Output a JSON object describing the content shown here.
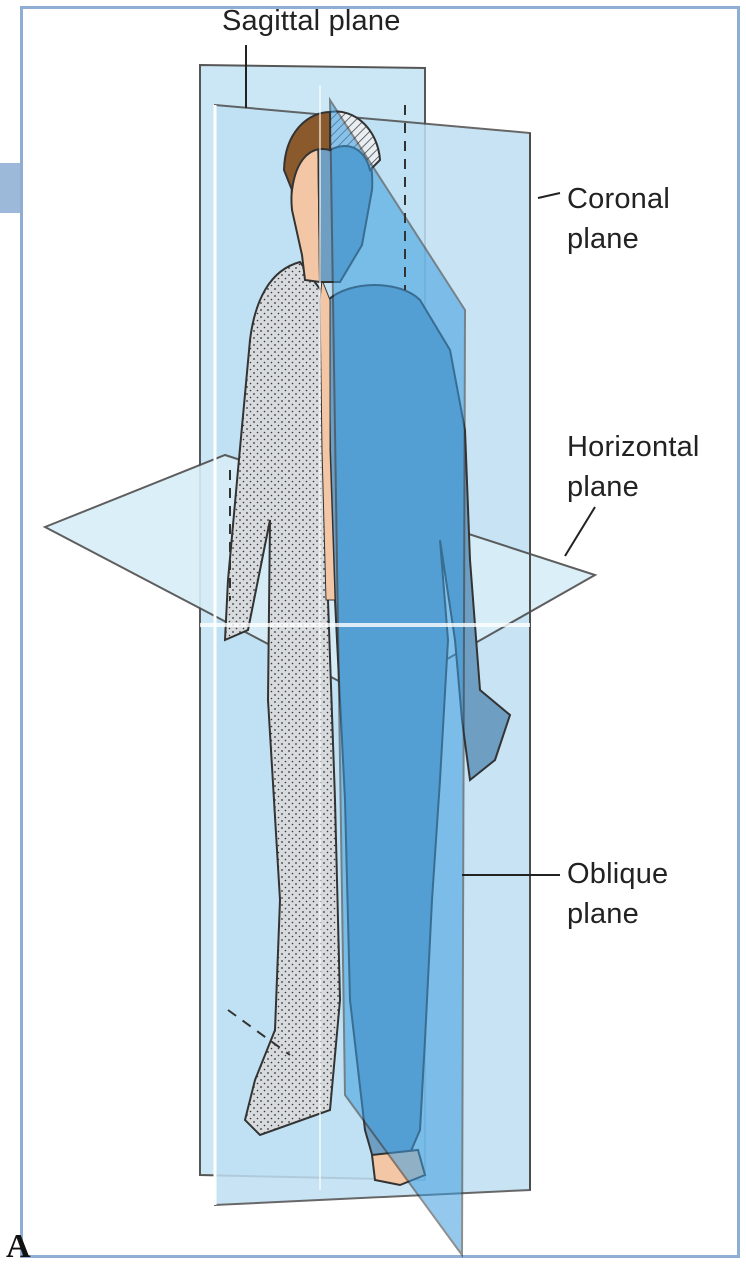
{
  "figure": {
    "panel_letter": "A",
    "labels": {
      "sagittal": "Sagittal plane",
      "coronal_line1": "Coronal",
      "coronal_line2": "plane",
      "horizontal_line1": "Horizontal",
      "horizontal_line2": "plane",
      "oblique_line1": "Oblique",
      "oblique_line2": "plane"
    },
    "colors": {
      "plane_light": "#c9e6f5",
      "plane_blue": "#5fa8da",
      "oblique_blue": "#3e9ee0",
      "skin": "#f3c7a6",
      "hair": "#8a5a2c",
      "body_blue": "#6e9ec2",
      "frame_border": "#8eaed3"
    }
  }
}
